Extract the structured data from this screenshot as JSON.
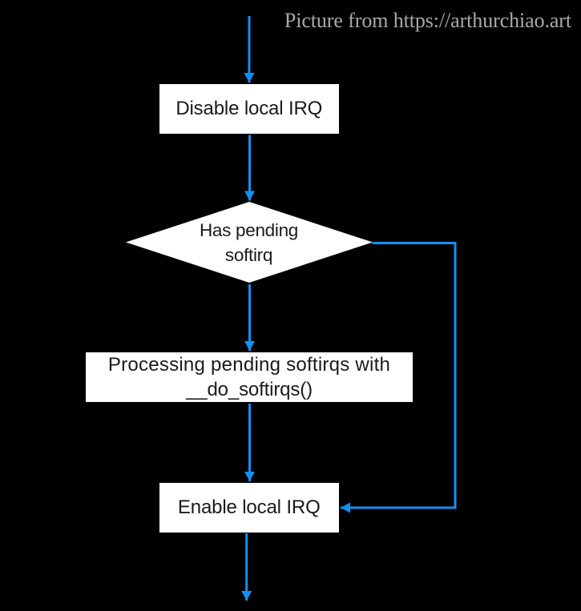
{
  "caption": {
    "text": "Picture from https://arthurchiao.art"
  },
  "colors": {
    "background": "#000000",
    "arrow": "#1290f2",
    "node_fill": "#ffffff",
    "node_text": "#1a1a1a",
    "caption": "#a9a9a9"
  },
  "flowchart": {
    "nodes": [
      {
        "id": "start-arrow",
        "type": "entry",
        "label": ""
      },
      {
        "id": "disable-irq",
        "type": "process",
        "label": "Disable local IRQ"
      },
      {
        "id": "has-pending-softirq",
        "type": "decision",
        "label": "Has pending softirq",
        "label_lines": [
          "Has pending",
          "softirq"
        ]
      },
      {
        "id": "process-softirqs",
        "type": "process",
        "label": "Processing pending softirqs with __do_softirqs()",
        "label_lines": [
          "Processing pending softirqs with",
          "__do_softirqs()"
        ]
      },
      {
        "id": "enable-irq",
        "type": "process",
        "label": "Enable local IRQ"
      }
    ],
    "edges": [
      {
        "from": "entry",
        "to": "disable-irq"
      },
      {
        "from": "disable-irq",
        "to": "has-pending-softirq"
      },
      {
        "from": "has-pending-softirq",
        "to": "process-softirqs"
      },
      {
        "from": "process-softirqs",
        "to": "enable-irq"
      },
      {
        "from": "has-pending-softirq",
        "to": "enable-irq",
        "route": "right-bypass"
      },
      {
        "from": "enable-irq",
        "to": "exit"
      }
    ]
  }
}
